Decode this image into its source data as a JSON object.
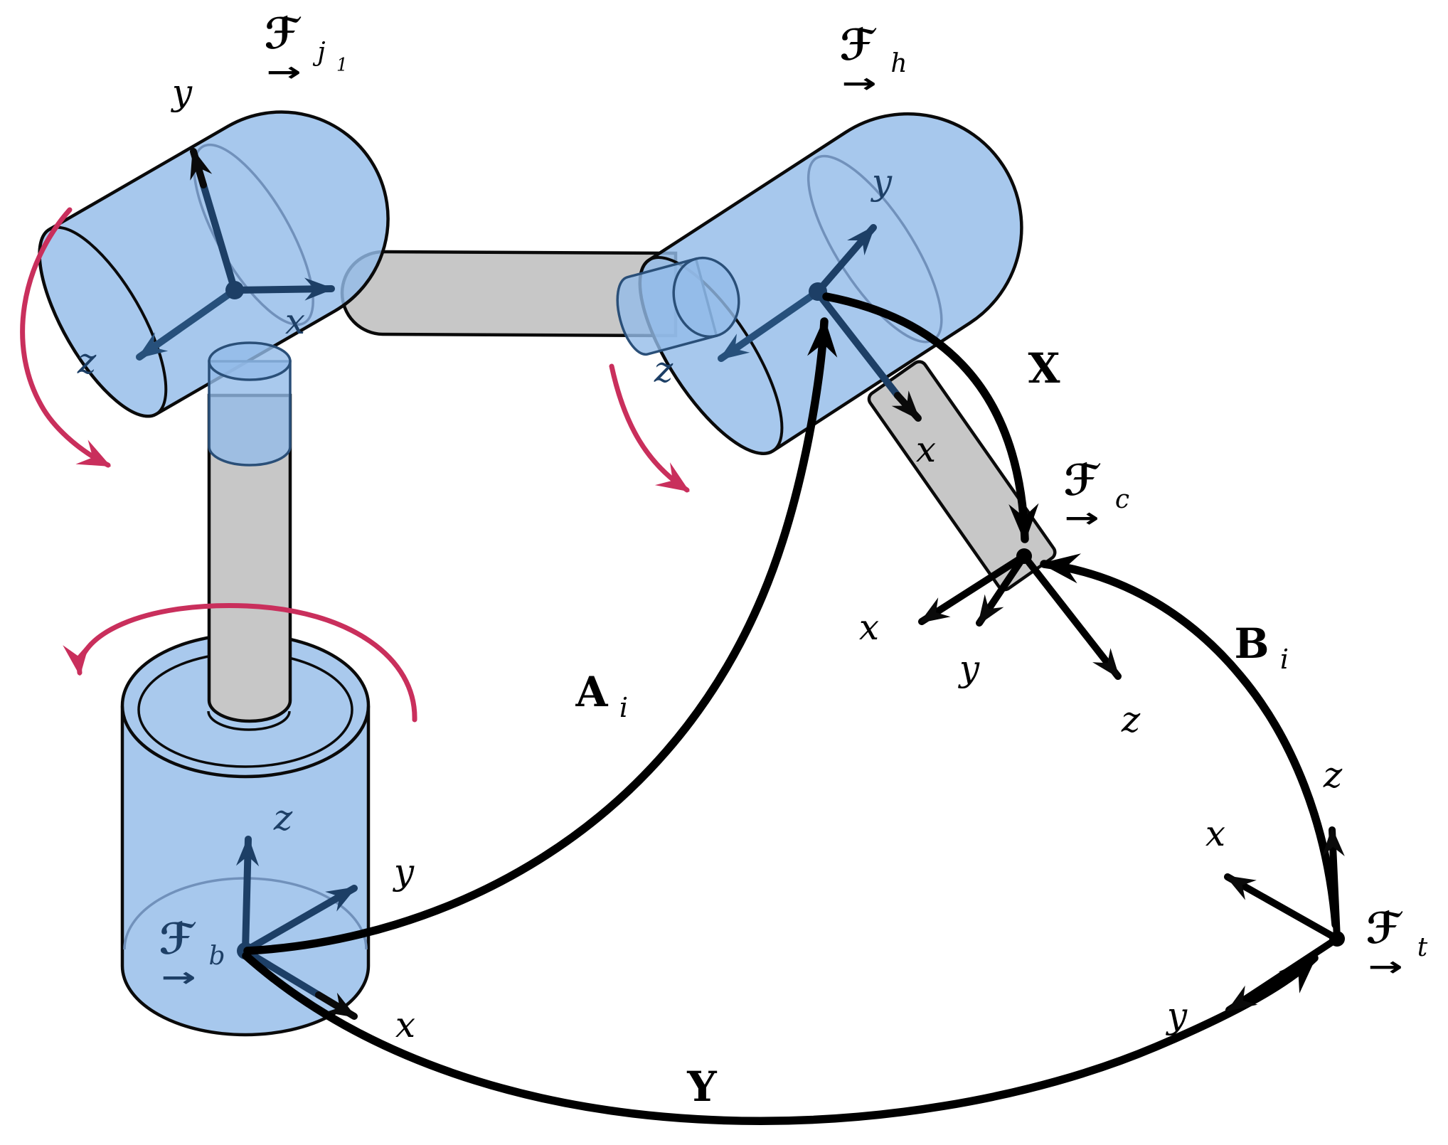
{
  "figure": {
    "background": "#ffffff",
    "colors": {
      "body_blue": "#a9c9ed",
      "link_gray": "#c7c7c7",
      "outline": "#000000",
      "axis_navy": "#1d3f66",
      "axis_navy_light": "#27507b",
      "rotation_red": "#c92f5c"
    },
    "frames": {
      "j1": {
        "script_f": "ℱ",
        "under_arrow": "→",
        "sub": "j",
        "subsub": "1",
        "axis_x": "x",
        "axis_y": "y",
        "axis_z": "z"
      },
      "h": {
        "script_f": "ℱ",
        "under_arrow": "→",
        "sub": "h",
        "axis_x": "x",
        "axis_y": "y",
        "axis_z": "z"
      },
      "c": {
        "script_f": "ℱ",
        "under_arrow": "→",
        "sub": "c",
        "axis_x": "x",
        "axis_y": "y",
        "axis_z": "z"
      },
      "b": {
        "script_f": "ℱ",
        "under_arrow": "→",
        "sub": "b",
        "axis_x": "x",
        "axis_y": "y",
        "axis_z": "z"
      },
      "t": {
        "script_f": "ℱ",
        "under_arrow": "→",
        "sub": "t",
        "axis_x": "x",
        "axis_y": "y",
        "axis_z": "z"
      }
    },
    "transforms": {
      "A": {
        "label": "A",
        "sub": "i"
      },
      "B": {
        "label": "B",
        "sub": "i"
      },
      "X": {
        "label": "X"
      },
      "Y": {
        "label": "Y"
      }
    }
  }
}
